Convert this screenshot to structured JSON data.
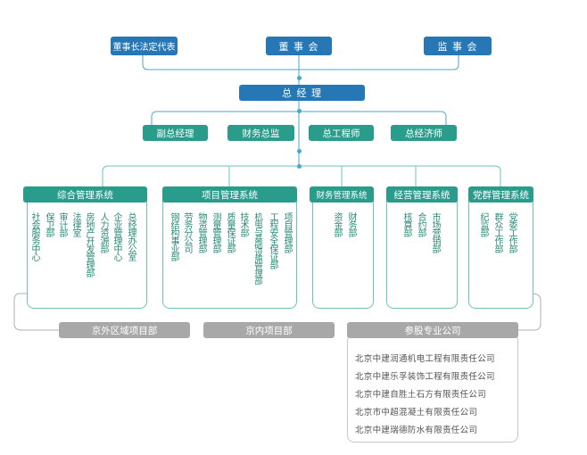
{
  "top": {
    "legal_rep": "董事长法定代表",
    "board": "董 事 会",
    "supervisors": "监 事 会"
  },
  "gm": "总 经 理",
  "deputies": [
    "副总经理",
    "财务总监",
    "总工程师",
    "总经济师"
  ],
  "systems": [
    {
      "name": "综合管理系统",
      "depts": [
        "社会服务中心",
        "保卫部",
        "审计部",
        "法律室",
        "房地产开发管理部",
        "人力资源部",
        "企业管理中心",
        "总经理办公室"
      ]
    },
    {
      "name": "项目管理系统",
      "depts": [
        "钢结构事业部",
        "劳务分公司",
        "物资管理部",
        "测量管理部",
        "质量保证部",
        "技术部",
        "机电与基础设施管理部",
        "工程安全保证部",
        "项目管理部"
      ]
    },
    {
      "name": "财务管理系统",
      "depts": [
        "资金部",
        "财务部"
      ]
    },
    {
      "name": "经营管理系统",
      "depts": [
        "核算部",
        "合约部",
        "市场营销部"
      ]
    },
    {
      "name": "党群管理系统",
      "depts": [
        "纪监部",
        "群众工作部",
        "党委工作部"
      ]
    }
  ],
  "bottom": {
    "outer_projects": "京外区域项目部",
    "inner_projects": "京内项目部",
    "companies_title": "参股专业公司",
    "companies": [
      "北京中建润通机电工程有限责任公司",
      "北京中建乐孚装饰工程有限责任公司",
      "北京中建自胜土石方有限责任公司",
      "北京市中超混凝土有限责任公司",
      "北京中建瑞德防水有限责任公司"
    ]
  }
}
